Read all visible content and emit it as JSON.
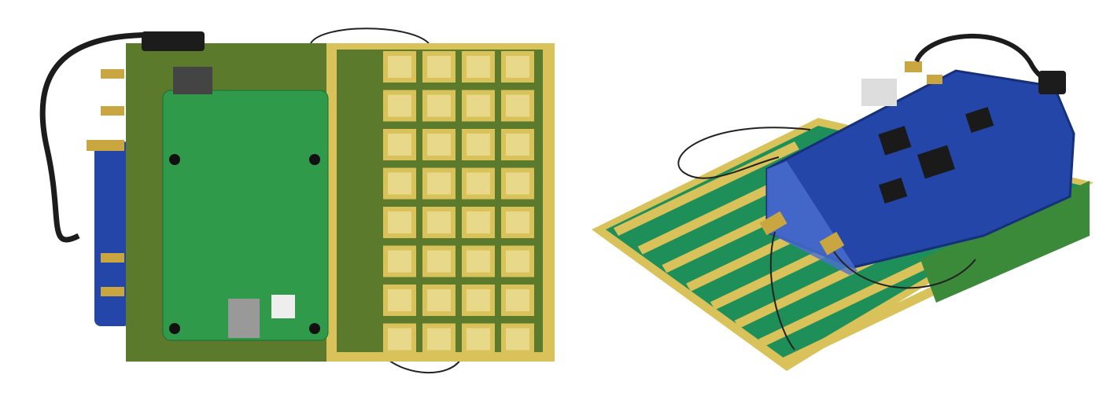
{
  "photo": {
    "colors": {
      "background": "#ffffff",
      "pcb_green": "#5b7a2c",
      "pcb_dark": "#3f5a1c",
      "gold": "#d9c25a",
      "patch_inner": "#e8d889",
      "rpi_green": "#2f9a4a",
      "blue_board": "#2346a8",
      "blue_board_dark": "#16307a",
      "cable": "#1c1c1c",
      "connector_gold": "#c9a640",
      "chip": "#1a1a1a",
      "teal_board": "#1f8f5a"
    },
    "left_view": {
      "antenna_rows": 8,
      "antenna_cols": 4
    },
    "right_view": {
      "antenna_strips": 8
    }
  }
}
